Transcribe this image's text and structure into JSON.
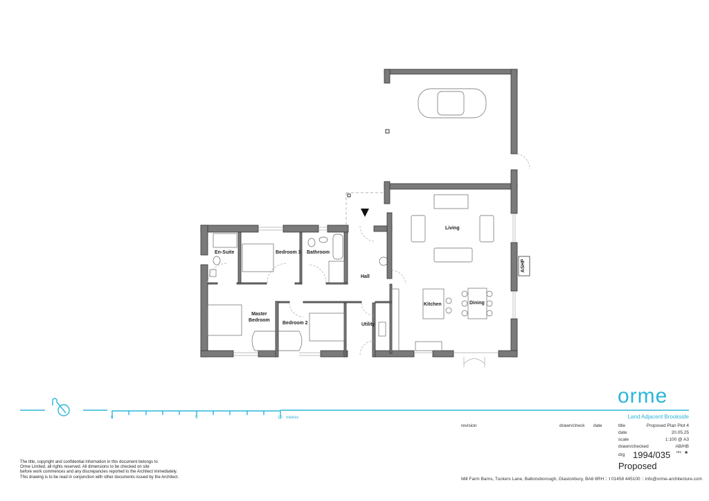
{
  "plan": {
    "rooms": {
      "en_suite": "En-Suite",
      "bedroom3": "Bedroom 3",
      "bathroom": "Bathroom",
      "hall": "Hall",
      "master_bedroom_1": "Master",
      "master_bedroom_2": "Bedroom",
      "bedroom2": "Bedroom 2",
      "utility": "Utility",
      "living": "Living",
      "kitchen": "Kitchen",
      "dining": "Dining",
      "ashp": "ASHP"
    },
    "wall_color": "#7a7a7a"
  },
  "scale_bar": {
    "ticks": [
      "0",
      "5",
      "10"
    ],
    "unit": "metres",
    "color": "#2bb5d9"
  },
  "title_block": {
    "logo": "orme",
    "project": "Land Adjacent Brookside",
    "headers": {
      "revision": "revision",
      "drawn_check": "drawn/check",
      "date": "date"
    },
    "fields": {
      "title_label": "title",
      "title_value": "Proposed Plan Plot 4",
      "date_label": "date",
      "date_value": "20.05.25",
      "scale_label": "scale",
      "scale_value": "1:100 @ A3",
      "drawn_label": "drawn/checked",
      "drawn_value": "AB/HB",
      "drg_label": "drg",
      "drg_value": "1994/035",
      "rev_label": "rev",
      "rev_value": "★"
    },
    "status": "Proposed",
    "address": "Mill Farm Barns, Tuckers Lane, Baltonsborough, Glastonbury, BA6 8RH :: t 01458 445100 :: info@orme-architecture.com",
    "accent_color": "#2bb5d9"
  },
  "disclaimer": [
    "The title, copyright and confidential information in this document belongs to",
    "Orme Limited, all rights reserved. All dimensions to be checked on site",
    "before work commences and any discrepancies reported to the Architect immediately.",
    "This drawing is to be read in conjunction with other documents issued by the Architect."
  ]
}
